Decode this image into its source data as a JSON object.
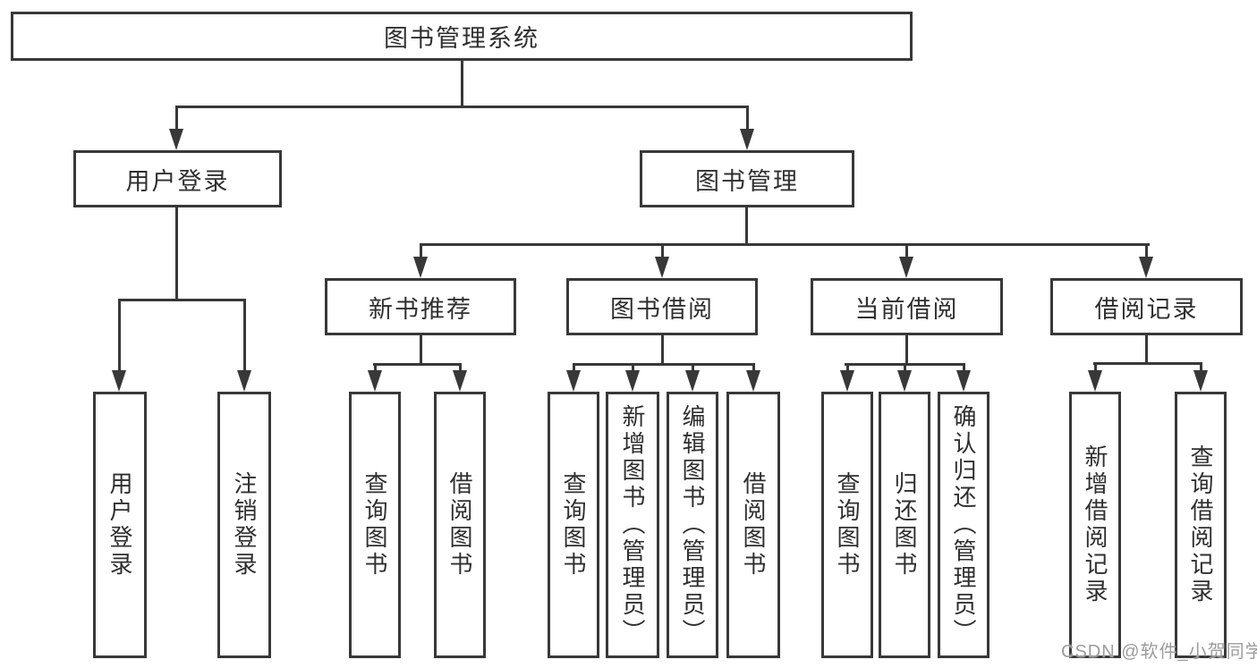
{
  "diagram": {
    "title_node": "图书管理系统",
    "level2": [
      {
        "label": "用户登录"
      },
      {
        "label": "图书管理"
      }
    ],
    "level3": [
      {
        "label": "新书推荐"
      },
      {
        "label": "图书借阅"
      },
      {
        "label": "当前借阅"
      },
      {
        "label": "借阅记录"
      }
    ],
    "leaves_user_login": [
      "用户登录",
      "注销登录"
    ],
    "leaves_new_book": [
      "查询图书",
      "借阅图书"
    ],
    "leaves_book_borrow": [
      "查询图书",
      "新增图书（管理员）",
      "编辑图书（管理员）",
      "借阅图书"
    ],
    "leaves_current_borrow": [
      "查询图书",
      "归还图书",
      "确认归还（管理员）"
    ],
    "leaves_borrow_record": [
      "新增借阅记录",
      "查询借阅记录"
    ]
  },
  "watermark": {
    "text": "CSDN @软件_小贺同学"
  },
  "colors": {
    "line": "#383838",
    "text": "#2f2f2f",
    "watermark": "#9c9c9c",
    "background": "#ffffff"
  }
}
